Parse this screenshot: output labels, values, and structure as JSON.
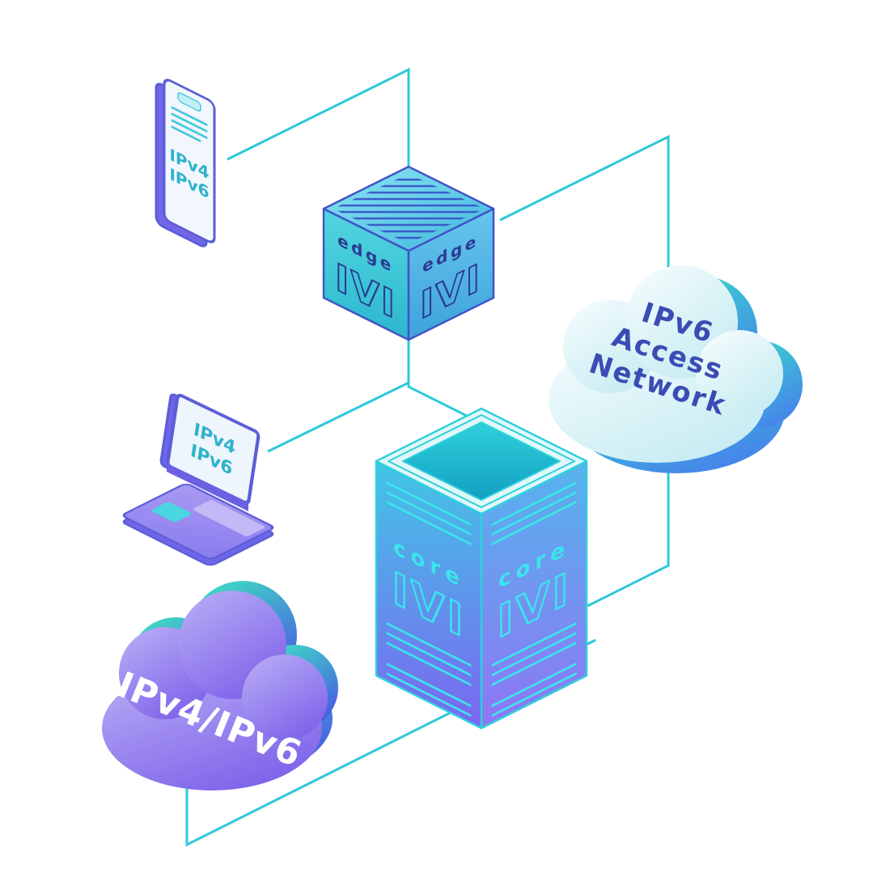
{
  "phone": {
    "lines": [
      "IPv4",
      "IPv6"
    ]
  },
  "laptop": {
    "lines": [
      "IPv4",
      "IPv6"
    ]
  },
  "edge_router": {
    "role": "edge",
    "tech": "IVI"
  },
  "core_router": {
    "role": "core",
    "tech": "IVI"
  },
  "ipv6_cloud": {
    "lines": [
      "IPv6",
      "Access",
      "Network"
    ]
  },
  "ipv4_ipv6_cloud": {
    "label": "IPv4/IPv6"
  },
  "colors": {
    "connector": "#2cc9da",
    "edge_text": "#2c3a92",
    "core_text": "#3ce4ec",
    "device_label": "#2fb3cb",
    "ipv6_cloud_text": "#3a4cb4",
    "ipv4_ipv6_cloud_text": "#ffffff"
  }
}
